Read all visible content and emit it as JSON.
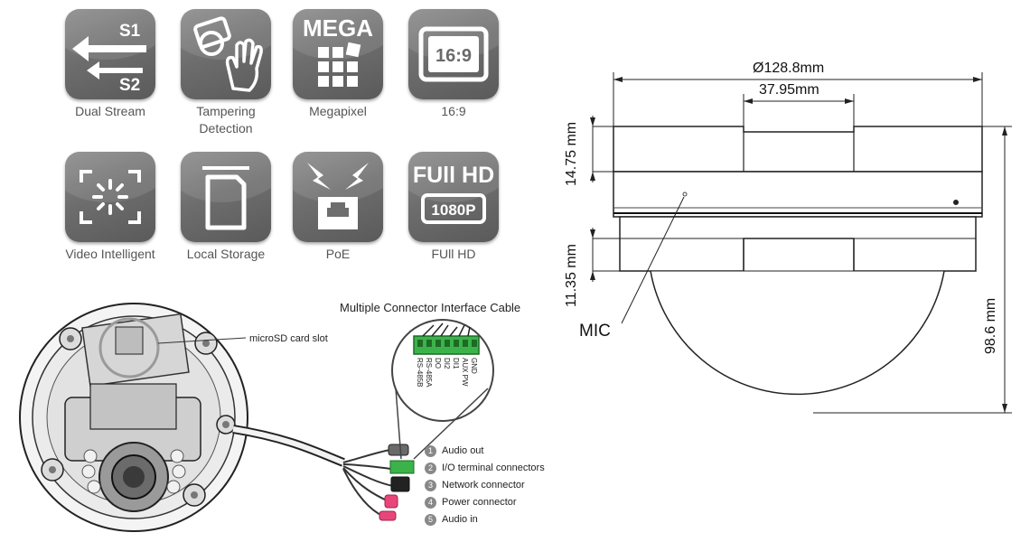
{
  "features": [
    {
      "caption": "Dual Stream",
      "icon": "dual-stream-icon",
      "text_a": "S1",
      "text_b": "S2"
    },
    {
      "caption": "Tampering Detection",
      "icon": "tampering-icon"
    },
    {
      "caption": "Megapixel",
      "icon": "megapixel-icon",
      "text_a": "MEGA"
    },
    {
      "caption": "16:9",
      "icon": "aspect-ratio-icon",
      "text_a": "16:9"
    },
    {
      "caption": "Video Intelligent",
      "icon": "video-intelligent-icon"
    },
    {
      "caption": "Local Storage",
      "icon": "sd-card-icon"
    },
    {
      "caption": "PoE",
      "icon": "poe-icon"
    },
    {
      "caption": "FUll HD",
      "icon": "full-hd-icon",
      "text_a": "FUll HD",
      "text_b": "1080P"
    }
  ],
  "cable": {
    "title": "Multiple Connector Interface Cable",
    "sd_label": "microSD card slot",
    "terminal_labels": [
      "GND",
      "AUX PW",
      "DI1",
      "DI2",
      "DO",
      "RS-485A",
      "RS-485B"
    ],
    "legend": [
      {
        "num": "1",
        "label": "Audio out"
      },
      {
        "num": "2",
        "label": "I/O terminal connectors"
      },
      {
        "num": "3",
        "label": "Network connector"
      },
      {
        "num": "4",
        "label": "Power connector"
      },
      {
        "num": "5",
        "label": "Audio in"
      }
    ]
  },
  "dimensions": {
    "diameter": "Ø128.8mm",
    "inner_width": "37.95mm",
    "top_height": "14.75 mm",
    "mid_height": "11.35 mm",
    "total_height": "98.6 mm",
    "mic_label": "MIC"
  },
  "colors": {
    "tile": "#6e6e6e",
    "terminal": "#3cb34a",
    "power_plug": "#e8467a"
  }
}
